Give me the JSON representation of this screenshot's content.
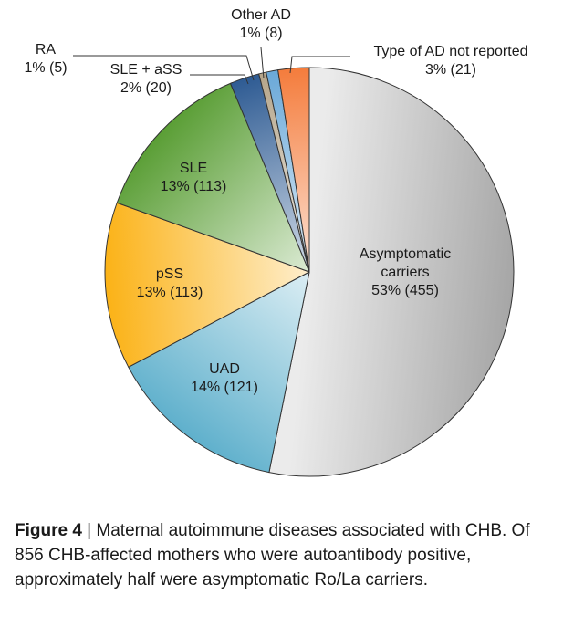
{
  "chart_data": {
    "type": "pie",
    "title": "",
    "total": 856,
    "slices": [
      {
        "key": "asymptomatic",
        "label_lines": [
          "Asymptomatic",
          "carriers"
        ],
        "value_text": "53% (455)",
        "percent": 53,
        "count": 455,
        "color": "#a6a6a6"
      },
      {
        "key": "uad",
        "label_lines": [
          "UAD"
        ],
        "value_text": "14% (121)",
        "percent": 14,
        "count": 121,
        "color": "#5fb0cc"
      },
      {
        "key": "pss",
        "label_lines": [
          "pSS"
        ],
        "value_text": "13% (113)",
        "percent": 13,
        "count": 113,
        "color": "#fbb216"
      },
      {
        "key": "sle",
        "label_lines": [
          "SLE"
        ],
        "value_text": "13% (113)",
        "percent": 13,
        "count": 113,
        "color": "#5a9e35"
      },
      {
        "key": "sle-ass",
        "label_lines": [
          "SLE + aSS"
        ],
        "value_text": "2% (20)",
        "percent": 2,
        "count": 20,
        "color": "#2e5b93"
      },
      {
        "key": "ra",
        "label_lines": [
          "RA"
        ],
        "value_text": "1% (5)",
        "percent": 1,
        "count": 5,
        "color": "#b5a58a"
      },
      {
        "key": "other-ad",
        "label_lines": [
          "Other AD"
        ],
        "value_text": "1% (8)",
        "percent": 1,
        "count": 8,
        "color": "#6aa8d8"
      },
      {
        "key": "not-reported",
        "label_lines": [
          "Type of AD not reported"
        ],
        "value_text": "3% (21)",
        "percent": 3,
        "count": 21,
        "color": "#f47c3c"
      }
    ]
  },
  "caption": {
    "figure_label": "Figure 4",
    "separator": " | ",
    "text": "Maternal autoimmune diseases associated with CHB. Of 856 CHB-affected mothers who were autoantibody positive, approximately half were asymptomatic Ro/La carriers."
  }
}
